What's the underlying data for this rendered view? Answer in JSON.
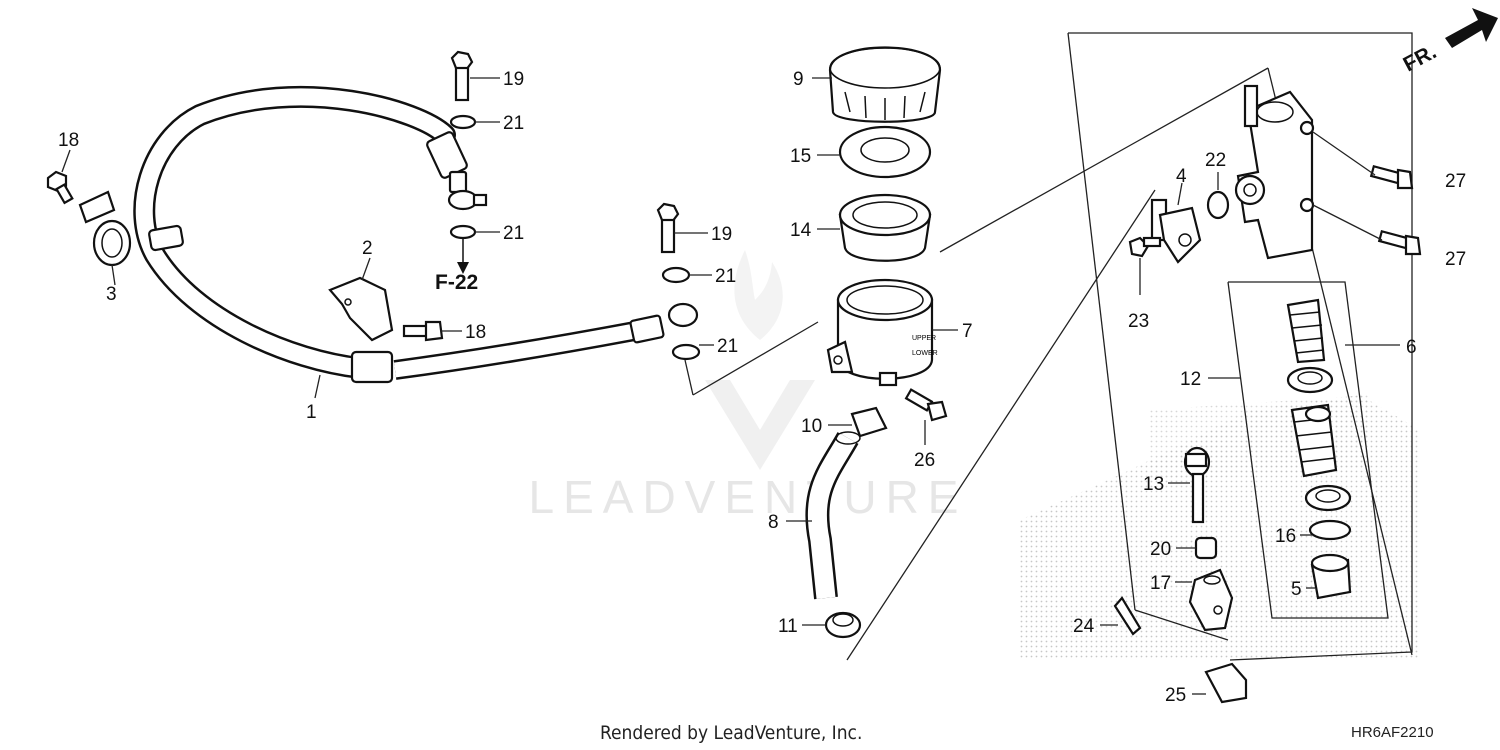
{
  "callouts": [
    {
      "id": "c18a",
      "label": "18"
    },
    {
      "id": "c3",
      "label": "3"
    },
    {
      "id": "c2",
      "label": "2"
    },
    {
      "id": "c18b",
      "label": "18"
    },
    {
      "id": "c1",
      "label": "1"
    },
    {
      "id": "c19a",
      "label": "19"
    },
    {
      "id": "c21a",
      "label": "21"
    },
    {
      "id": "c21b",
      "label": "21"
    },
    {
      "id": "c19b",
      "label": "19"
    },
    {
      "id": "c21c",
      "label": "21"
    },
    {
      "id": "c21d",
      "label": "21"
    },
    {
      "id": "c9",
      "label": "9"
    },
    {
      "id": "c15",
      "label": "15"
    },
    {
      "id": "c14",
      "label": "14"
    },
    {
      "id": "c7",
      "label": "7"
    },
    {
      "id": "c10",
      "label": "10"
    },
    {
      "id": "c26",
      "label": "26"
    },
    {
      "id": "c8",
      "label": "8"
    },
    {
      "id": "c11",
      "label": "11"
    },
    {
      "id": "c4",
      "label": "4"
    },
    {
      "id": "c22",
      "label": "22"
    },
    {
      "id": "c23",
      "label": "23"
    },
    {
      "id": "c27a",
      "label": "27"
    },
    {
      "id": "c27b",
      "label": "27"
    },
    {
      "id": "c6",
      "label": "6"
    },
    {
      "id": "c12",
      "label": "12"
    },
    {
      "id": "c13",
      "label": "13"
    },
    {
      "id": "c20",
      "label": "20"
    },
    {
      "id": "c16",
      "label": "16"
    },
    {
      "id": "c17",
      "label": "17"
    },
    {
      "id": "c5",
      "label": "5"
    },
    {
      "id": "c24",
      "label": "24"
    },
    {
      "id": "c25",
      "label": "25"
    }
  ],
  "reference_label": "F-22",
  "direction_label": "FR.",
  "reservoir_marks": {
    "upper": "UPPER",
    "lower": "LOWER"
  },
  "watermark": "LEADVENTURE",
  "footer_text": "Rendered by LeadVenture, Inc.",
  "diagram_code": "HR6AF2210"
}
